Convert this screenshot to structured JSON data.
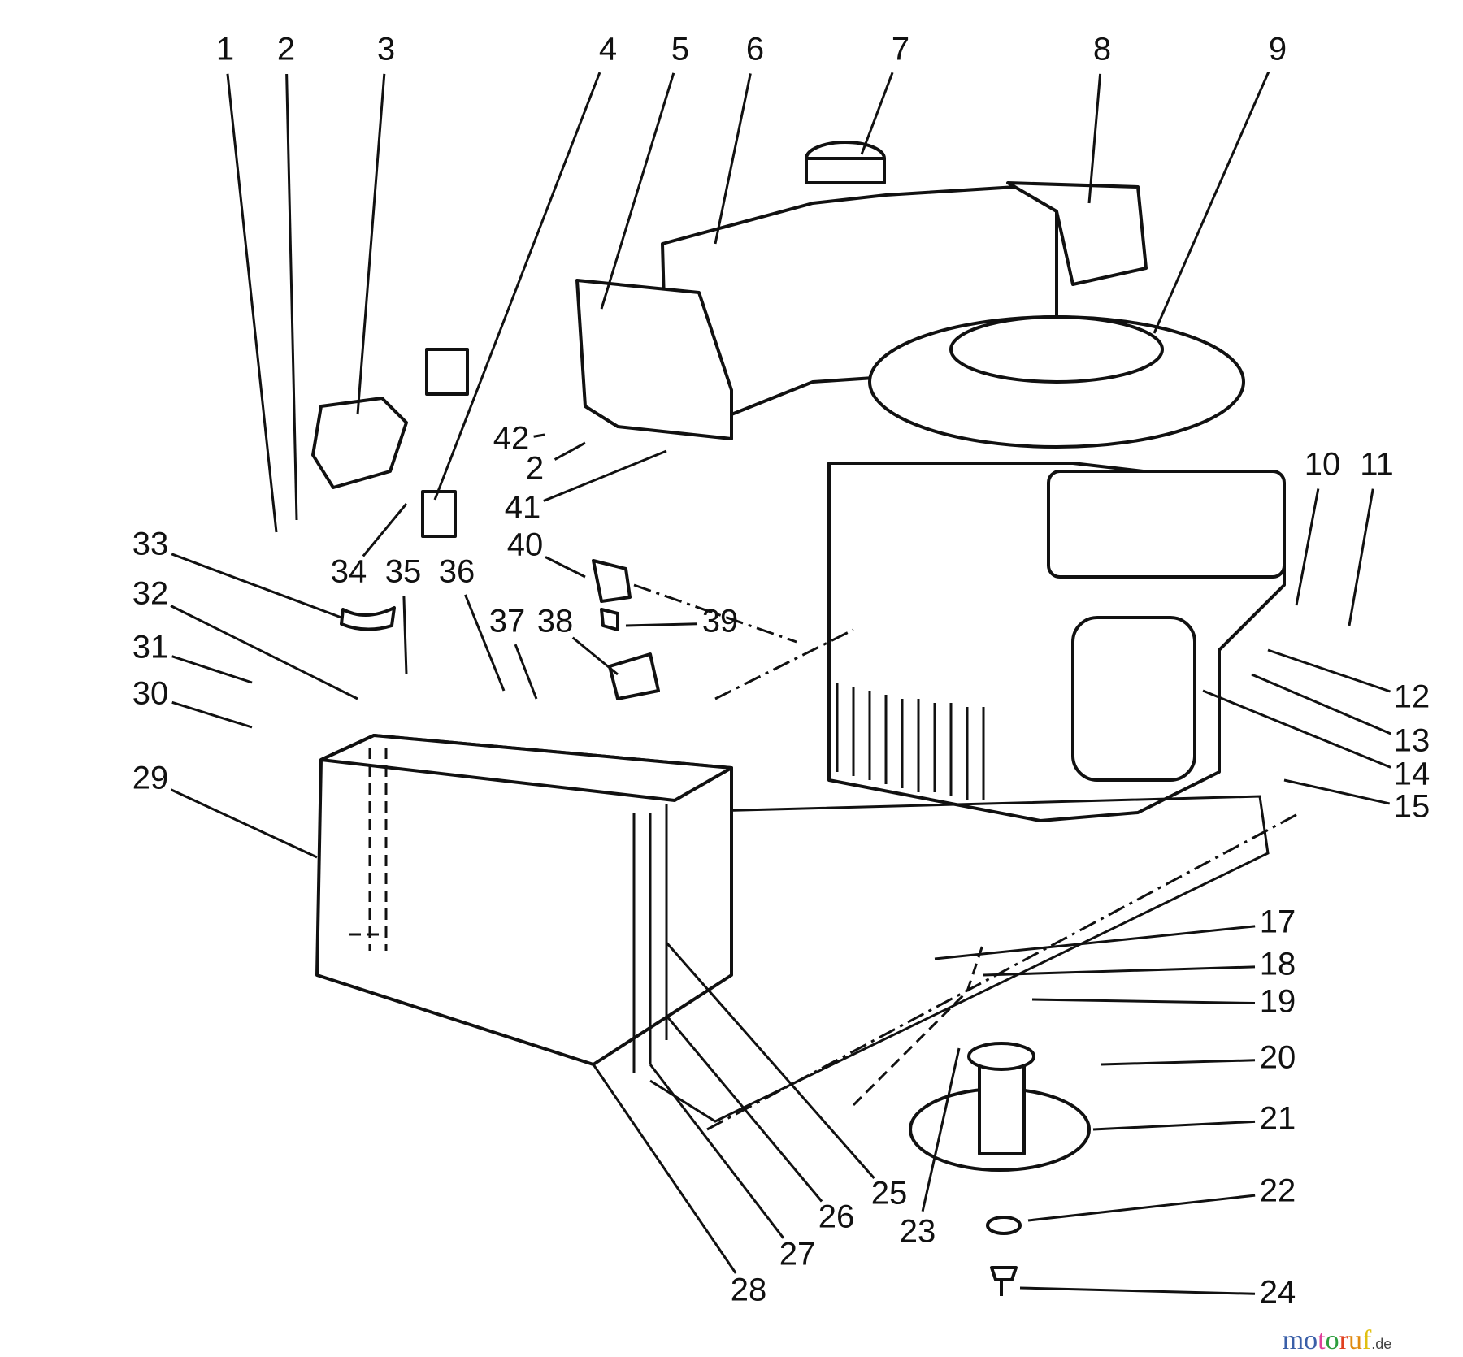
{
  "labels": [
    "1",
    "2",
    "3",
    "4",
    "5",
    "6",
    "7",
    "8",
    "9",
    "10",
    "11",
    "12",
    "13",
    "14",
    "15",
    "17",
    "18",
    "19",
    "20",
    "21",
    "22",
    "23",
    "24",
    "25",
    "26",
    "27",
    "28",
    "29",
    "30",
    "31",
    "32",
    "33",
    "34",
    "35",
    "36",
    "37",
    "38",
    "39",
    "40",
    "41",
    "42",
    "2"
  ],
  "watermark": {
    "text": "motoruf",
    "suffix": ".de",
    "colors": [
      "#3a5fa8",
      "#3a5fa8",
      "#e0409a",
      "#2e9e3e",
      "#e04020",
      "#e08a10",
      "#e0c010"
    ]
  }
}
